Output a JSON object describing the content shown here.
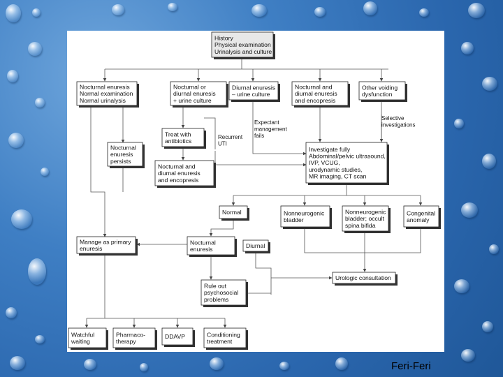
{
  "nodes": {
    "history": [
      "History",
      "Physical examination",
      "Urinalysis and culture"
    ],
    "noct_normal": [
      "Nocturnal enuresis",
      "Normal examination",
      "Normal urinalysis"
    ],
    "noct_diurnal_culture": [
      "Nocturnal or",
      "diurnal enuresis",
      "+ urine culture"
    ],
    "diurnal_culture": [
      "Diurnal enuresis",
      "– urine culture"
    ],
    "noct_diurnal_encopresis": [
      "Nocturnal and",
      "diurnal enuresis",
      "and encopresis"
    ],
    "other_voiding": [
      "Other voiding",
      "dysfunction"
    ],
    "treat_antibiotics": [
      "Treat with",
      "antibiotics"
    ],
    "noct_persists": [
      "Nocturnal",
      "enuresis",
      "persists"
    ],
    "noct_diurnal_enc_2": [
      "Nocturnal and",
      "diurnal enuresis",
      "and encopresis"
    ],
    "investigate": [
      "Investigate fully",
      "Abdominal/pelvic ultrasound,",
      "IVP, VCUG,",
      "urodynamic studies,",
      "MR imaging, CT scan"
    ],
    "normal": [
      "Normal"
    ],
    "nonneurogenic": [
      "Nonneurogenic",
      "bladder"
    ],
    "neurogenic": [
      "Nonneurogenic",
      "bladder; occult",
      "spina bifida"
    ],
    "congenital": [
      "Congenital",
      "anomaly"
    ],
    "manage_primary": [
      "Manage as primary",
      "enuresis"
    ],
    "noct_enuresis": [
      "Nocturnal",
      "enuresis"
    ],
    "diurnal": [
      "Diurnal"
    ],
    "urologic": [
      "Urologic consultation"
    ],
    "rule_out": [
      "Rule out",
      "psychosocial",
      "problems"
    ],
    "watchful": [
      "Watchful",
      "waiting"
    ],
    "pharmaco": [
      "Pharmaco-",
      "therapy"
    ],
    "ddavp": [
      "DDAVP"
    ],
    "conditioning": [
      "Conditioning",
      "treatment"
    ]
  },
  "edge_labels": {
    "expectant": [
      "Expectant",
      "management",
      "fails"
    ],
    "recurrent": [
      "Recurrent",
      "UTI"
    ],
    "selective": [
      "Selective",
      "investigations"
    ]
  },
  "watermark": "Feri-Feri"
}
